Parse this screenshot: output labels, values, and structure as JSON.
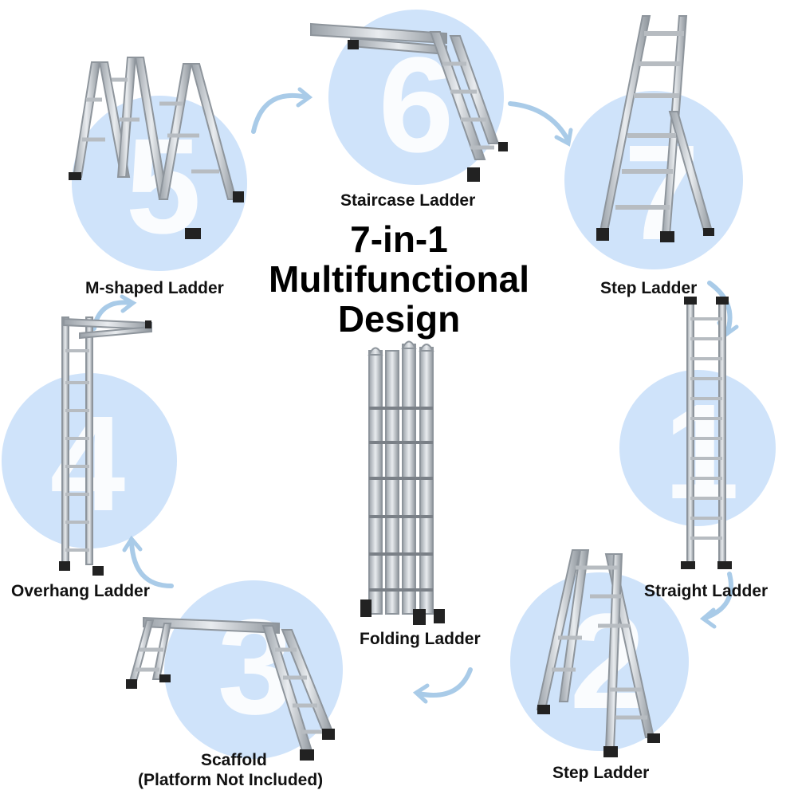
{
  "title": {
    "line1": "7-in-1",
    "line2": "Multifunctional",
    "line3": "Design"
  },
  "colors": {
    "circle": "#cfe3fa",
    "numeral": "#ffffff",
    "arrow": "#a9cbe8",
    "metal": "#c8cdd2",
    "foot": "#222222"
  },
  "modes": [
    {
      "number": "1",
      "label": "Straight Ladder"
    },
    {
      "number": "2",
      "label": "Step Ladder"
    },
    {
      "number": "3",
      "label": "Scaffold",
      "sublabel": "(Platform Not Included)"
    },
    {
      "number": "4",
      "label": "Overhang Ladder"
    },
    {
      "number": "5",
      "label": "M-shaped Ladder"
    },
    {
      "number": "6",
      "label": "Staircase Ladder"
    },
    {
      "number": "7",
      "label": "Step Ladder"
    }
  ],
  "center": {
    "label": "Folding Ladder"
  }
}
